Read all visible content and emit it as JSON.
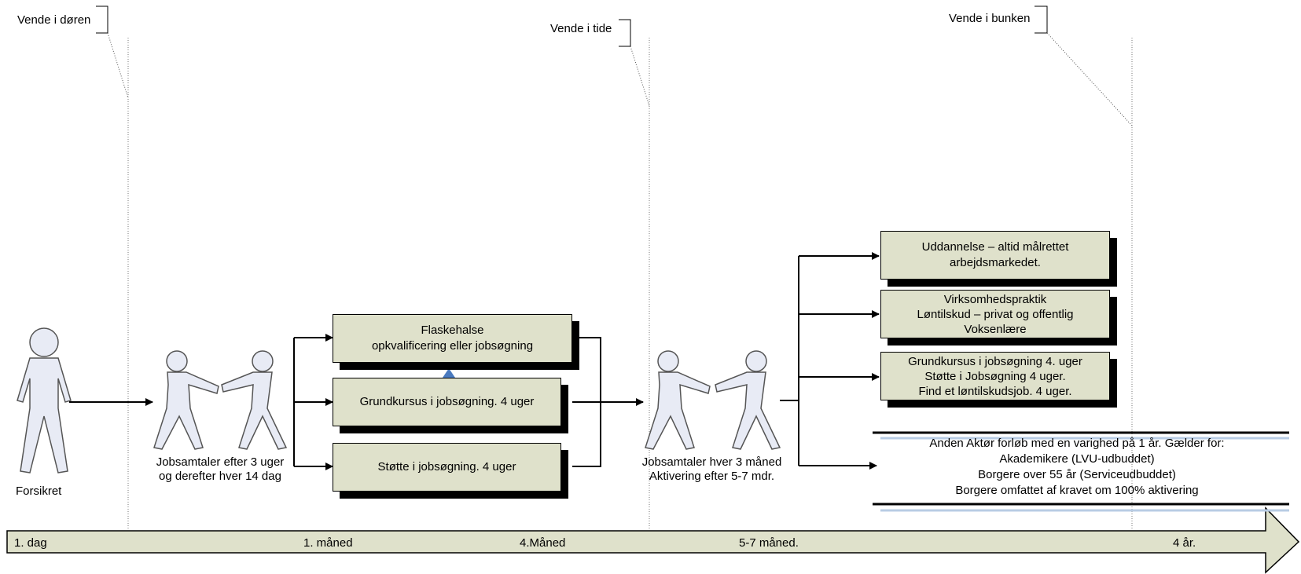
{
  "callouts": {
    "door": "Vende i døren",
    "time": "Vende i tide",
    "pile": "Vende i bunken"
  },
  "figures": {
    "insured_label": "Forsikret",
    "first_meeting": [
      "Jobsamtaler efter 3 uger",
      "og derefter hver 14 dag"
    ],
    "second_meeting": [
      "Jobsamtaler  hver 3 måned",
      "Aktivering efter 5-7 mdr."
    ]
  },
  "boxes_first": [
    [
      "Flaskehalse",
      "opkvalificering eller jobsøgning"
    ],
    [
      "Grundkursus i jobsøgning. 4 uger"
    ],
    [
      "Støtte i jobsøgning. 4 uger"
    ]
  ],
  "boxes_second": [
    [
      "Uddannelse – altid målrettet",
      "arbejdsmarkedet."
    ],
    [
      "Virksomhedspraktik",
      "Løntilskud – privat og offentlig",
      "Voksenlære"
    ],
    [
      "Grundkursus i jobsøgning 4. uger",
      "Støtte i Jobsøgning 4 uger.",
      "Find et løntilskudsjob. 4 uger."
    ]
  ],
  "other_actor": [
    "Anden Aktør forløb med en varighed på 1 år. Gælder for:",
    "Akademikere (LVU-udbuddet)",
    "Borgere over 55 år (Serviceudbuddet)",
    "Borgere omfattet af kravet om 100% aktivering"
  ],
  "timeline": [
    "1. dag",
    "1. måned",
    "4.Måned",
    "5-7 måned.",
    "4 år."
  ],
  "colors": {
    "box_fill": "#dfe1cb",
    "arrow_fill": "#dfe1cb",
    "figure_fill": "#e8ebf5",
    "accent_arrow": "#4a7abf",
    "rule_light": "#b8cce4"
  }
}
